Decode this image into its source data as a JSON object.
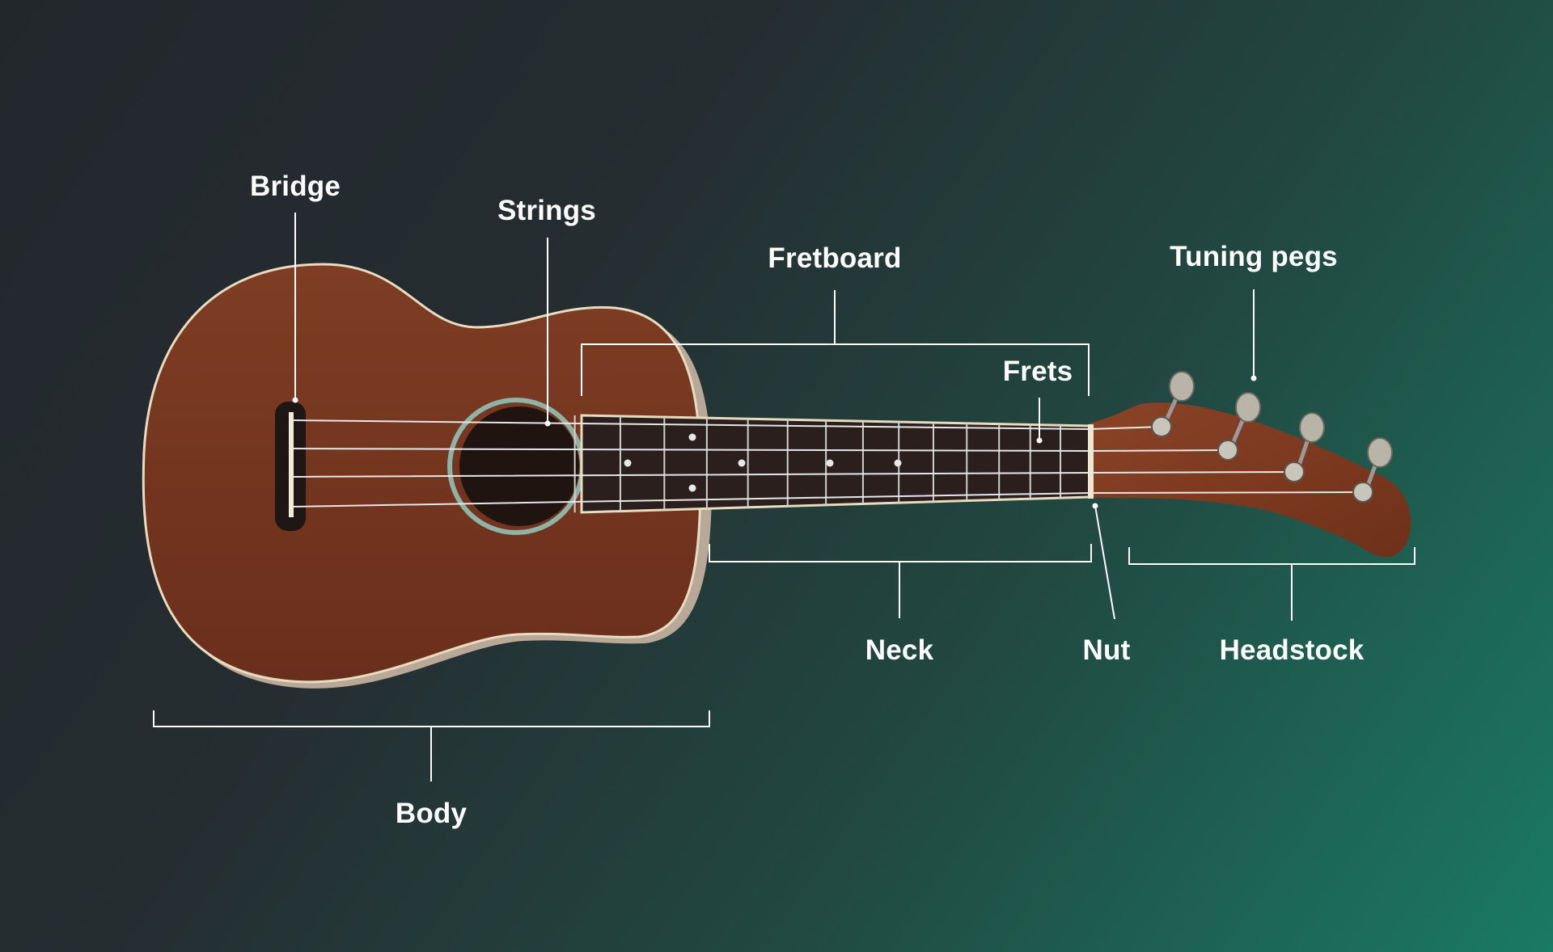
{
  "labels": {
    "bridge": "Bridge",
    "strings": "Strings",
    "fretboard": "Fretboard",
    "frets": "Frets",
    "tuning_pegs": "Tuning pegs",
    "neck": "Neck",
    "nut": "Nut",
    "headstock": "Headstock",
    "body": "Body"
  },
  "colors": {
    "wood": "#7a3a22",
    "fretboard": "#2a1f1d",
    "annotation": "#ffffff"
  }
}
